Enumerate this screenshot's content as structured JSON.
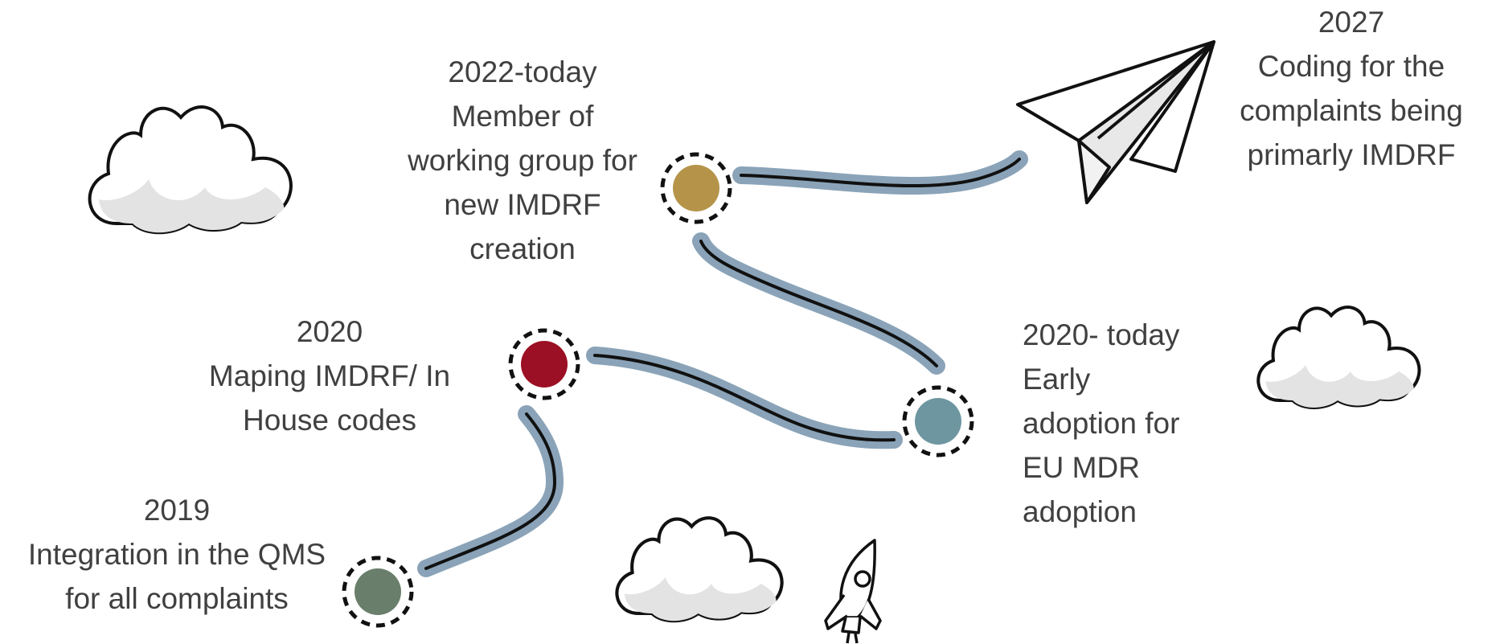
{
  "milestones": [
    {
      "id": "m2019",
      "year": "2019",
      "lines": [
        "Integration in the QMS",
        "for all complaints"
      ],
      "color": "#6a7f6b"
    },
    {
      "id": "m2020",
      "year": "2020",
      "lines": [
        "Maping IMDRF/ In",
        "House codes"
      ],
      "color": "#9b1024"
    },
    {
      "id": "m2020today",
      "year": "2020- today",
      "lines": [
        "Early",
        "adoption for",
        "EU MDR",
        "adoption"
      ],
      "color": "#6e96a0"
    },
    {
      "id": "m2022",
      "year": "2022-today",
      "lines": [
        "Member of",
        "working group for",
        "new IMDRF",
        "creation"
      ],
      "color": "#b5944a"
    },
    {
      "id": "m2027",
      "year": "2027",
      "lines": [
        "Coding for the",
        "complaints being",
        "primarly IMDRF"
      ],
      "color": "#ffffff"
    }
  ],
  "colors": {
    "path_glow": "#8aa3b8",
    "path_line": "#111111",
    "text": "#404040",
    "cloud_shadow": "#e3e3e3"
  },
  "icons": [
    "cloud-icon",
    "paper-plane-icon",
    "rocket-icon"
  ]
}
